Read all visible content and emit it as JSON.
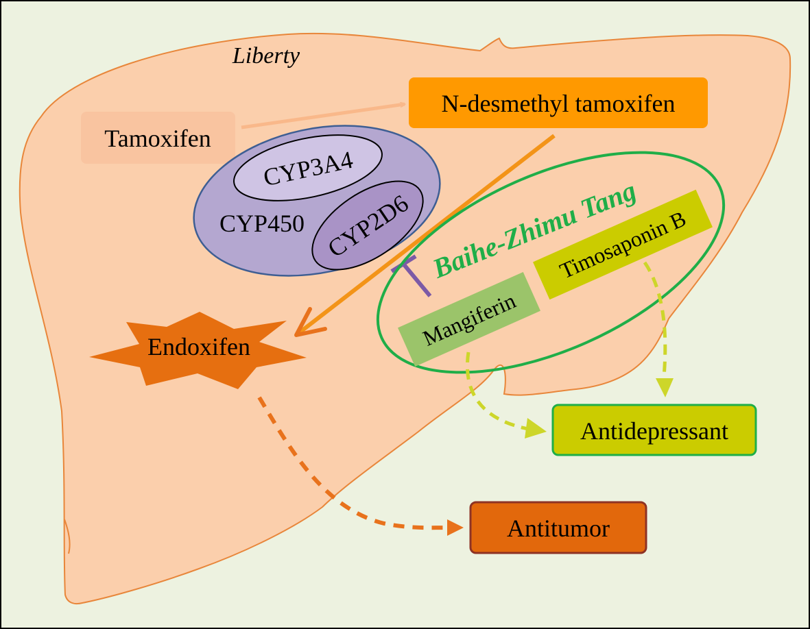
{
  "organ_label": "Liberty",
  "nodes": {
    "tamoxifen": "Tamoxifen",
    "n_desmethyl": "N-desmethyl tamoxifen",
    "cyp450": "CYP450",
    "cyp3a4": "CYP3A4",
    "cyp2d6": "CYP2D6",
    "endoxifen": "Endoxifen",
    "formula": "Baihe-Zhimu Tang",
    "timosaponin": "Timosaponin B",
    "mangiferin": "Mangiferin",
    "antidepressant": "Antidepressant",
    "antitumor": "Antitumor"
  },
  "colors": {
    "background": "#edf2e0",
    "liver_fill": "#fbcfac",
    "liver_stroke": "#e8863a",
    "tamoxifen_box": "#f9c4a0",
    "n_desmethyl_box": "#ff9900",
    "cyp450_fill": "#b4a7d0",
    "cyp450_stroke": "#3e5e93",
    "cyp3a4_fill": "#cfc4e4",
    "cyp2d6_fill": "#a993c6",
    "endoxifen_fill": "#e66f10",
    "formula_green": "#1fae48",
    "timosaponin_box": "#cbcc00",
    "mangiferin_box": "#9bc46a",
    "antitumor_fill": "#e2680c",
    "antitumor_stroke": "#8e3324",
    "inhibit_bar": "#7c5aa6"
  }
}
